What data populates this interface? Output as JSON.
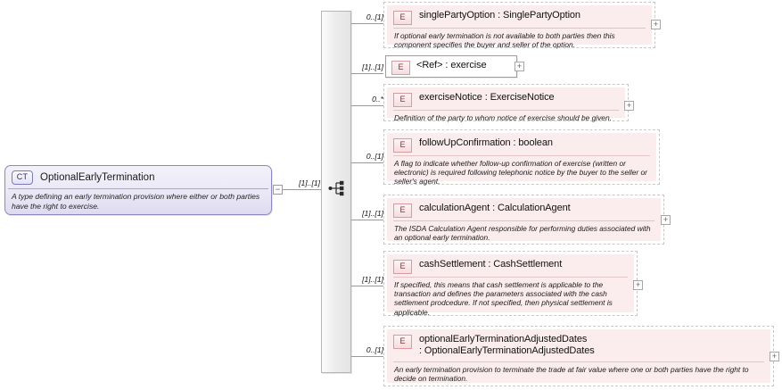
{
  "diagram": {
    "type": "xsd-schema-diagram",
    "root": {
      "badge": "CT",
      "name": "OptionalEarlyTermination",
      "documentation": "A type defining an early termination provision where either or both parties have the right to exercise.",
      "collapse_knob": "−"
    },
    "compositor": {
      "kind": "sequence-icon",
      "cardinality": "[1]..[1]"
    },
    "children": [
      {
        "badge": "E",
        "name": "singlePartyOption : SinglePartyOption",
        "cardinality": "0..[1]",
        "documentation": "If optional early termination is not available to both parties then this component specifies the buyer and seller of the option.",
        "optional": true,
        "expand_knob": "+"
      },
      {
        "badge": "E",
        "name_left": "<Ref>",
        "name_right": ": exercise",
        "name": "<Ref>     : exercise",
        "cardinality": "[1]..[1]",
        "documentation": "",
        "optional": false,
        "expand_knob": "+"
      },
      {
        "badge": "E",
        "name": "exerciseNotice : ExerciseNotice",
        "cardinality": "0..*",
        "documentation": "Definition of the party to whom notice of exercise should be given.",
        "optional": true,
        "expand_knob": "+"
      },
      {
        "badge": "E",
        "name": "followUpConfirmation : boolean",
        "cardinality": "0..[1]",
        "documentation": "A flag to indicate whether follow-up confirmation of exercise (written or electronic) is required following telephonic notice by the buyer to the seller or seller's agent.",
        "optional": true,
        "expand_knob": ""
      },
      {
        "badge": "E",
        "name": "calculationAgent : CalculationAgent",
        "cardinality": "[1]..[1]",
        "documentation": "The ISDA Calculation Agent responsible for performing duties associated with an optional early termination.",
        "optional": false,
        "expand_knob": "+"
      },
      {
        "badge": "E",
        "name": "cashSettlement : CashSettlement",
        "cardinality": "[1]..[1]",
        "documentation": "If specified, this means that cash settlement is applicable to the transaction and defines the parameters associated with the cash settlement prodcedure. If not specified, then physical settlement is applicable.",
        "optional": false,
        "expand_knob": "+"
      },
      {
        "badge": "E",
        "name_left": "optionalEarlyTerminationAdjustedDates",
        "name_right": ": OptionalEarlyTerminationAdjustedDates",
        "name": "optionalEarlyTerminationAdjustedDates : OptionalEarlyTerminationAdjustedDates",
        "cardinality": "0..[1]",
        "documentation": "An early termination provision to terminate the trade at fair value where one or both parties have the right to decide on termination.",
        "optional": true,
        "expand_knob": "+"
      }
    ],
    "colors": {
      "element_fill": "#fbeced",
      "element_badge_border": "#d99b9f",
      "root_fill": "#e9e7f6",
      "root_border": "#8b89bd",
      "line": "#9a9a9a",
      "band_fill": "#ededed"
    }
  }
}
